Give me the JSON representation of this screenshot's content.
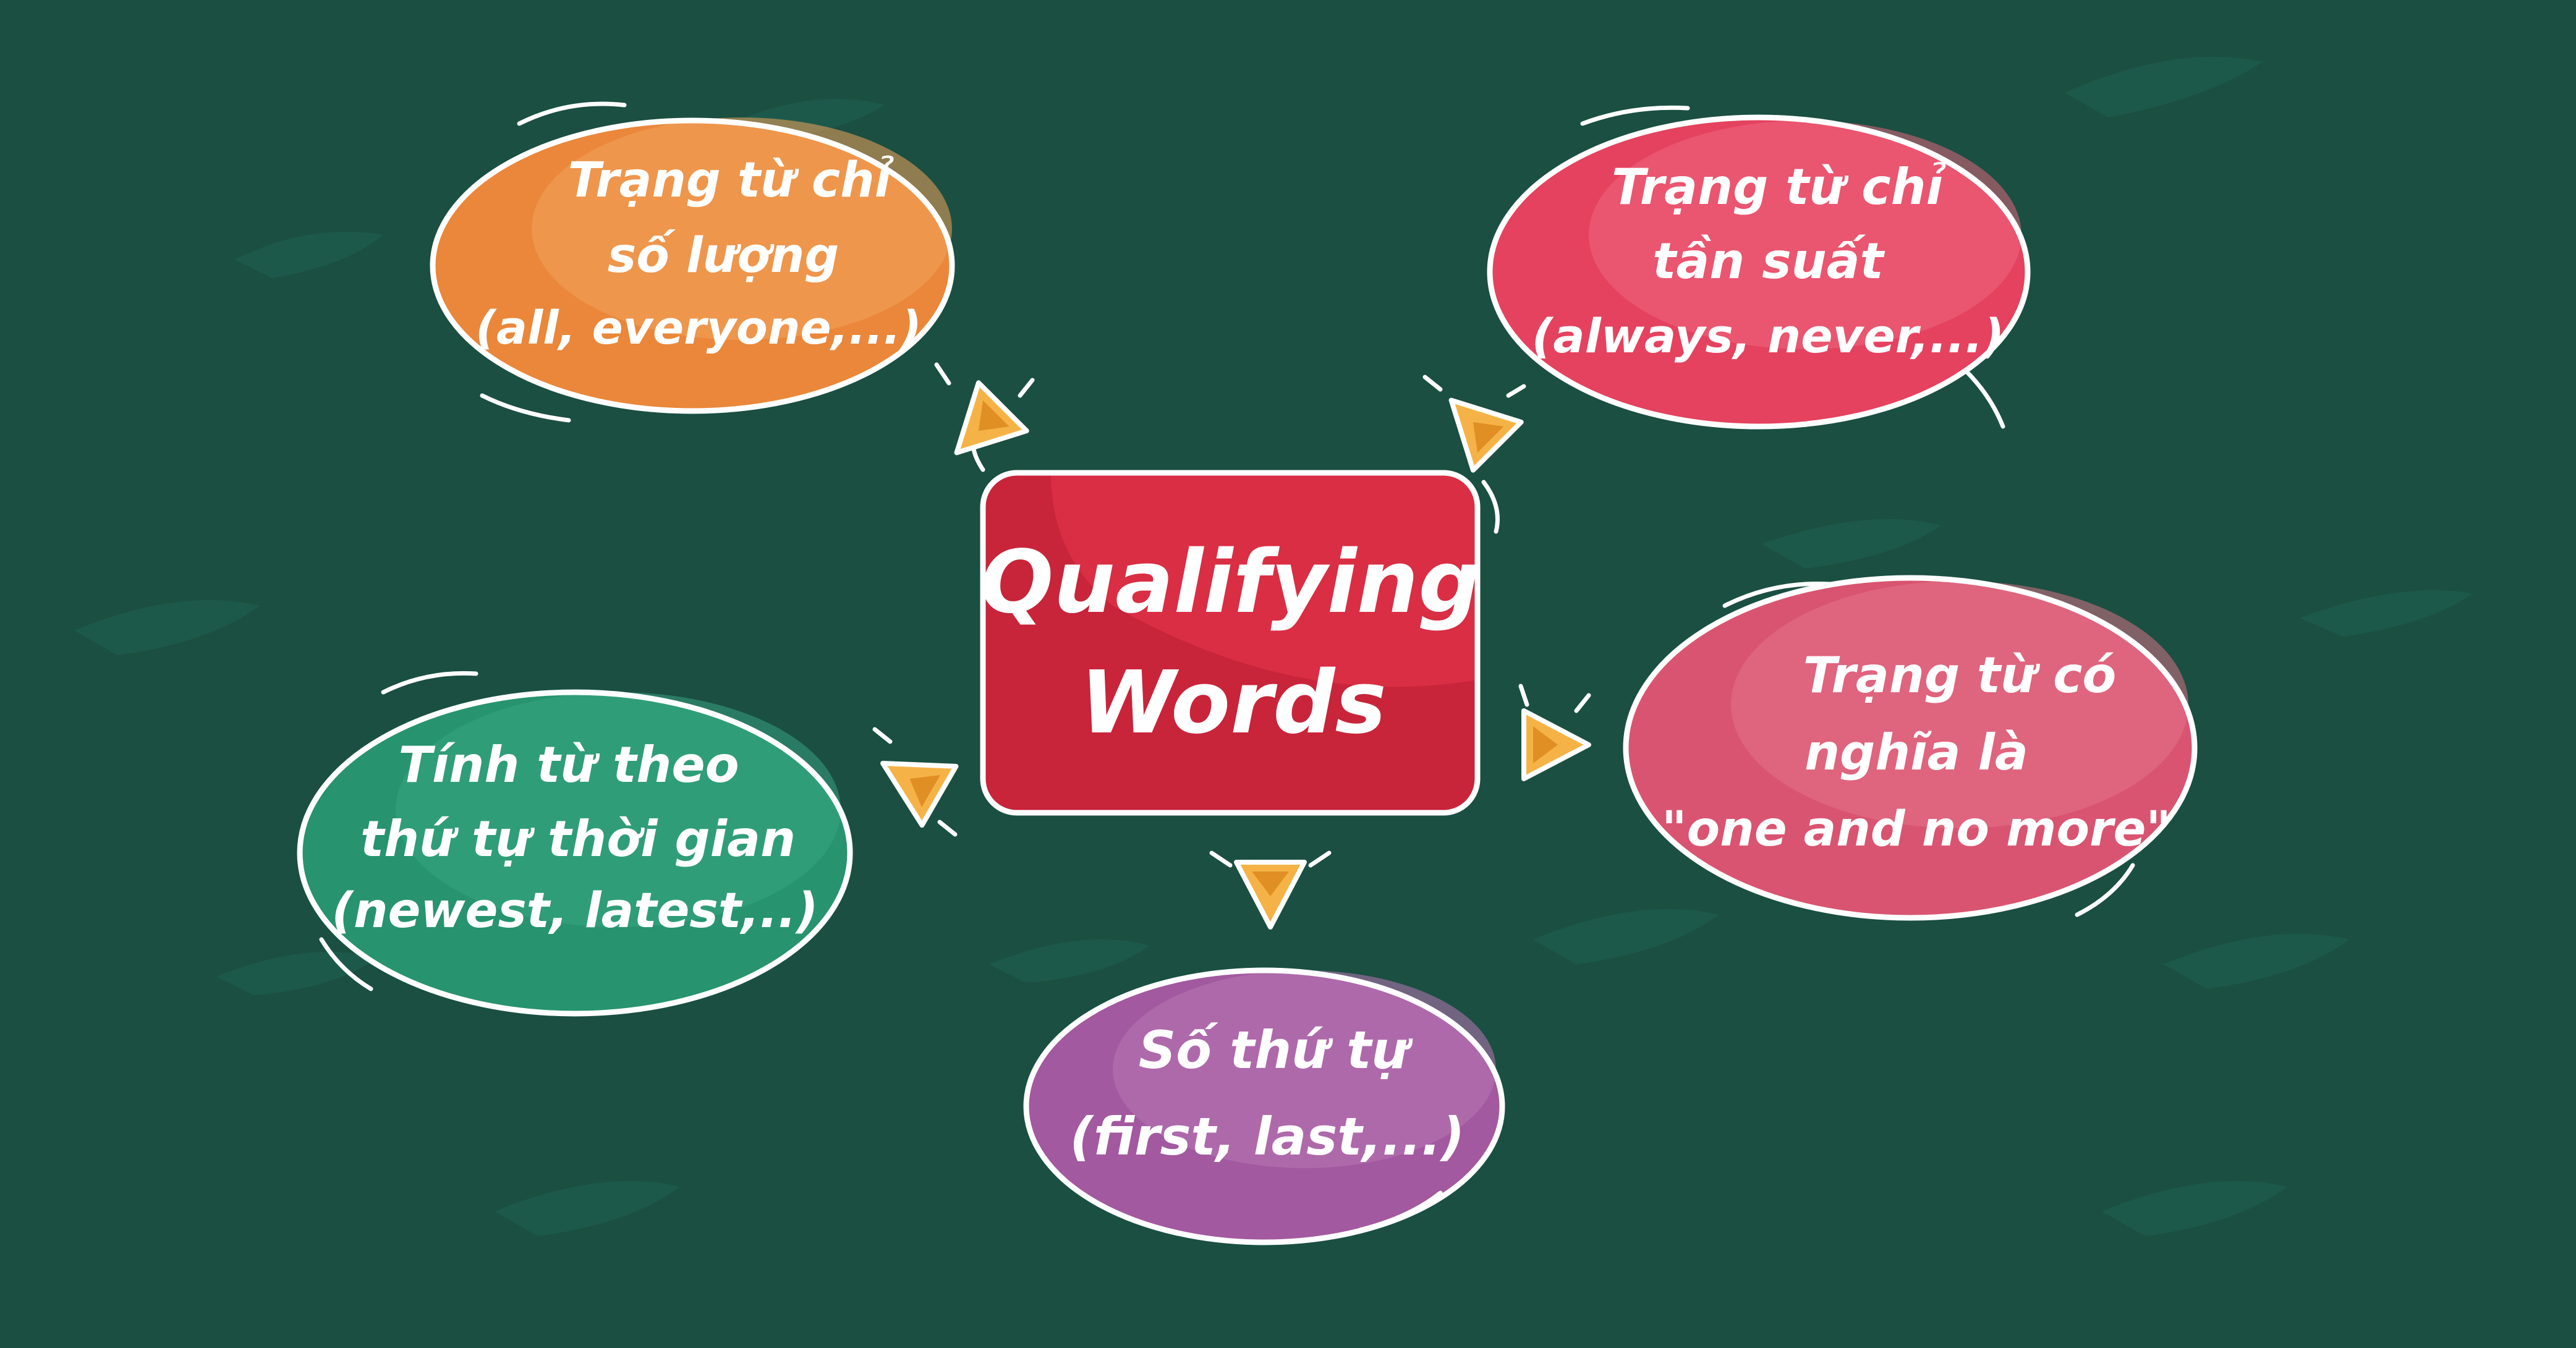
{
  "center": {
    "line1": "Qualifying",
    "line2": "Words",
    "color": "#c8243a"
  },
  "nodes": {
    "top_left": {
      "lines": [
        "Trạng từ chỉ",
        "số lượng",
        "(all, everyone,...)"
      ],
      "color": "#ea873a"
    },
    "top_right": {
      "lines": [
        "Trạng từ chỉ",
        "tần suất",
        "(always, never,...)"
      ],
      "color": "#e4425f"
    },
    "right": {
      "lines": [
        "Trạng từ có",
        "nghĩa là",
        "\"one and no more\""
      ],
      "color": "#d95470"
    },
    "bottom": {
      "lines": [
        "Số thứ tự",
        "(first, last,...)"
      ],
      "color": "#a2599f"
    },
    "left": {
      "lines": [
        "Tính từ theo",
        "thứ tự thời gian",
        "(newest, latest,..)"
      ],
      "color": "#27936f"
    }
  },
  "colors": {
    "background": "#1a4f42",
    "arrow": "#f5b347",
    "outline": "#ffffff"
  }
}
